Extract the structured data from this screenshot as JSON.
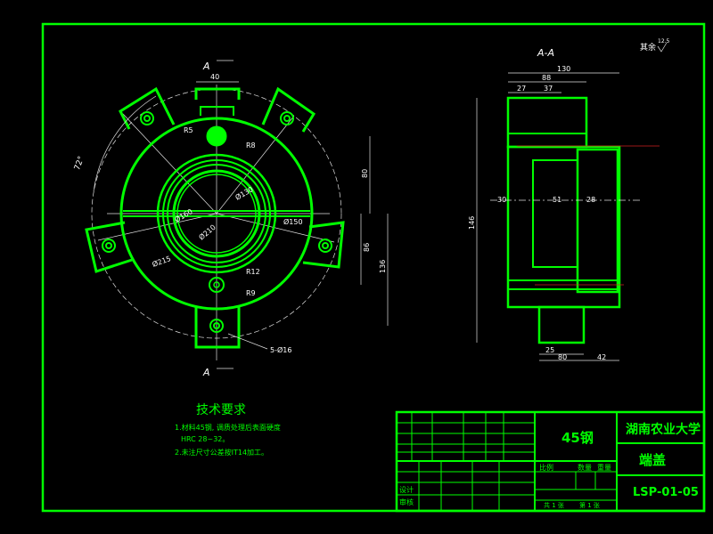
{
  "section_view": {
    "label": "A-A"
  },
  "roughness": {
    "label": "其余",
    "value": "12.5"
  },
  "section_marks": {
    "top": "A",
    "bottom": "A"
  },
  "front_view": {
    "dimensions": {
      "width_top": "40",
      "angle": "72°",
      "r5": "R5",
      "r8": "R8",
      "d130": "Ø130",
      "d150": "Ø150",
      "d160": "Ø160",
      "d210": "Ø210",
      "d215": "Ø215",
      "r12": "R12",
      "r9": "R9",
      "holes": "5-Ø16",
      "v80": "80",
      "v86": "86",
      "v136": "136"
    }
  },
  "side_view": {
    "dimensions": {
      "w130": "130",
      "w88": "88",
      "w27": "27",
      "w37": "37",
      "h146": "146",
      "d30": "30",
      "d51": "51",
      "d28": "28",
      "b25": "25",
      "b80": "80",
      "b42": "42"
    }
  },
  "notes": {
    "title": "技术要求",
    "line1": "1.材料45钢, 调质处理后表面硬度",
    "line1b": "HRC 28~32。",
    "line2": "2.未注尺寸公差按IT14加工。"
  },
  "title_block": {
    "part_name": "端盖",
    "company": "湖南农业大学",
    "drawing_no": "LSP-01-05",
    "material": "45钢",
    "label_ratio": "比例",
    "label_qty": "数量",
    "label_weight": "重量",
    "label_designer": "设计",
    "label_checker": "审核",
    "sheet_total": "共 1 张",
    "sheet_no": "第 1 张"
  }
}
